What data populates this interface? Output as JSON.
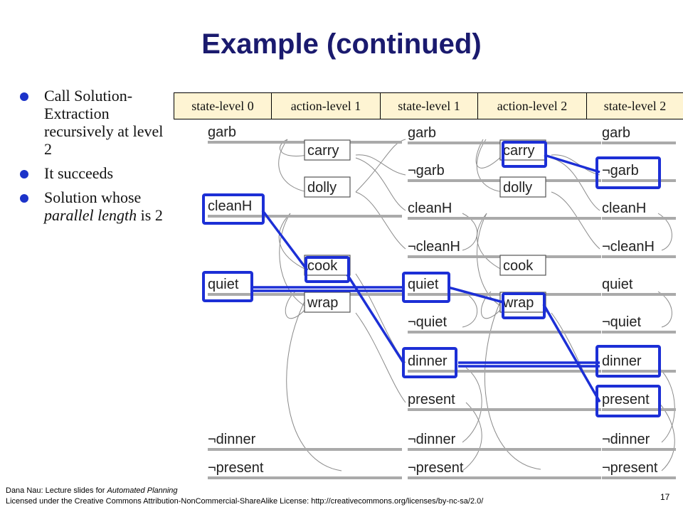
{
  "slide": {
    "title": "Example (continued)",
    "bullets": [
      {
        "parts": [
          {
            "text": "Call Solution-Extraction recursively at level 2"
          }
        ]
      },
      {
        "parts": [
          {
            "text": "It succeeds"
          }
        ]
      },
      {
        "parts": [
          {
            "text": "Solution whose "
          },
          {
            "text": "parallel length",
            "italic": true
          },
          {
            "text": " is 2"
          }
        ]
      }
    ],
    "bullet_color": "#1c33c9",
    "footer": {
      "line1_prefix": "Dana Nau:  Lecture slides for ",
      "line1_italic": "Automated Planning",
      "line2": "Licensed under the Creative Commons Attribution-NonCommercial-ShareAlike  License: http://creativecommons.org/licenses/by-nc-sa/2.0/",
      "page_number": "17"
    }
  },
  "header_cells": [
    "state-level 0",
    "action-level 1",
    "state-level 1",
    "action-level 2",
    "state-level 2"
  ],
  "header_color": "#fef4d3",
  "highlight_color": "#1c2fd6",
  "levels": [
    {
      "name": "state-level 0",
      "items": [
        "garb",
        "cleanH",
        "quiet",
        "¬dinner",
        "¬present"
      ],
      "highlighted": [
        "cleanH",
        "quiet"
      ]
    },
    {
      "name": "action-level 1",
      "items": [
        "carry",
        "dolly",
        "cook",
        "wrap"
      ],
      "highlighted": [
        "cook"
      ]
    },
    {
      "name": "state-level 1",
      "items": [
        "garb",
        "¬garb",
        "cleanH",
        "¬cleanH",
        "quiet",
        "¬quiet",
        "dinner",
        "present",
        "¬dinner",
        "¬present"
      ],
      "highlighted": [
        "quiet",
        "dinner"
      ]
    },
    {
      "name": "action-level 2",
      "items": [
        "carry",
        "dolly",
        "cook",
        "wrap"
      ],
      "highlighted": [
        "carry",
        "wrap"
      ]
    },
    {
      "name": "state-level 2",
      "items": [
        "garb",
        "¬garb",
        "cleanH",
        "¬cleanH",
        "quiet",
        "¬quiet",
        "dinner",
        "present",
        "¬dinner",
        "¬present"
      ],
      "highlighted": [
        "¬garb",
        "dinner",
        "present"
      ]
    }
  ]
}
